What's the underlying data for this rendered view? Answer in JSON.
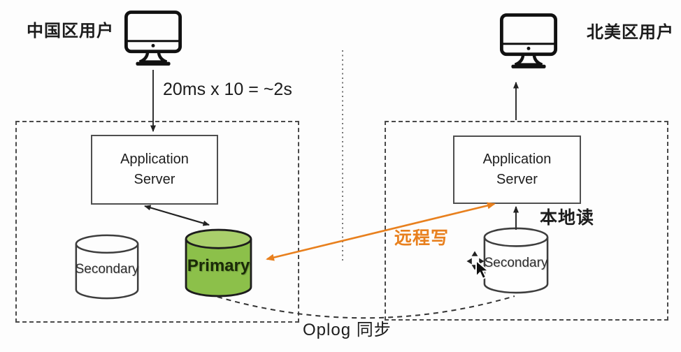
{
  "regions": {
    "china": {
      "user_label": "中国区用户",
      "latency_label": "20ms x 10 = ~2s",
      "app_server": "Application Server",
      "secondary": "Secondary",
      "primary": "Primary"
    },
    "north_america": {
      "user_label": "北美区用户",
      "app_server": "Application Server",
      "secondary": "Secondary",
      "local_read_label": "本地读"
    }
  },
  "annotations": {
    "remote_write": "远程写",
    "oplog_sync": "Oplog 同步"
  },
  "colors": {
    "orange": "#E8801E",
    "green_body": "#8CC04A",
    "green_top": "#A9CF6B",
    "line_dark": "#2b2b2b",
    "box_border": "#4a4a4a"
  },
  "icons": {
    "china_user": "desktop-monitor-icon",
    "north_america_user": "desktop-monitor-icon",
    "pointer": "mouse-cursor-icon"
  }
}
